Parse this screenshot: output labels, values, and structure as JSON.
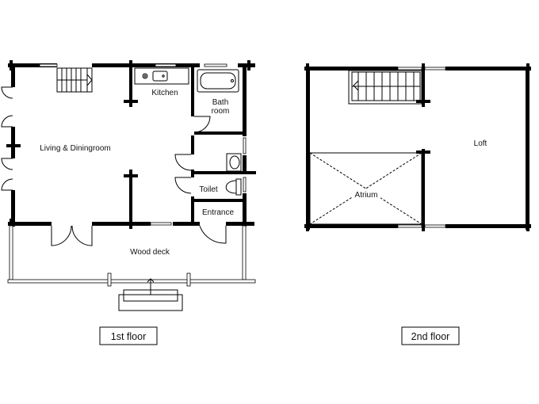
{
  "first_floor": {
    "caption": "1st floor",
    "rooms": {
      "living": "Living & Diningroom",
      "kitchen": "Kitchen",
      "bath_line1": "Bath",
      "bath_line2": "room",
      "toilet": "Toilet",
      "entrance": "Entrance",
      "wood_deck": "Wood deck"
    }
  },
  "second_floor": {
    "caption": "2nd floor",
    "rooms": {
      "loft": "Loft",
      "atrium": "Atrium"
    }
  }
}
